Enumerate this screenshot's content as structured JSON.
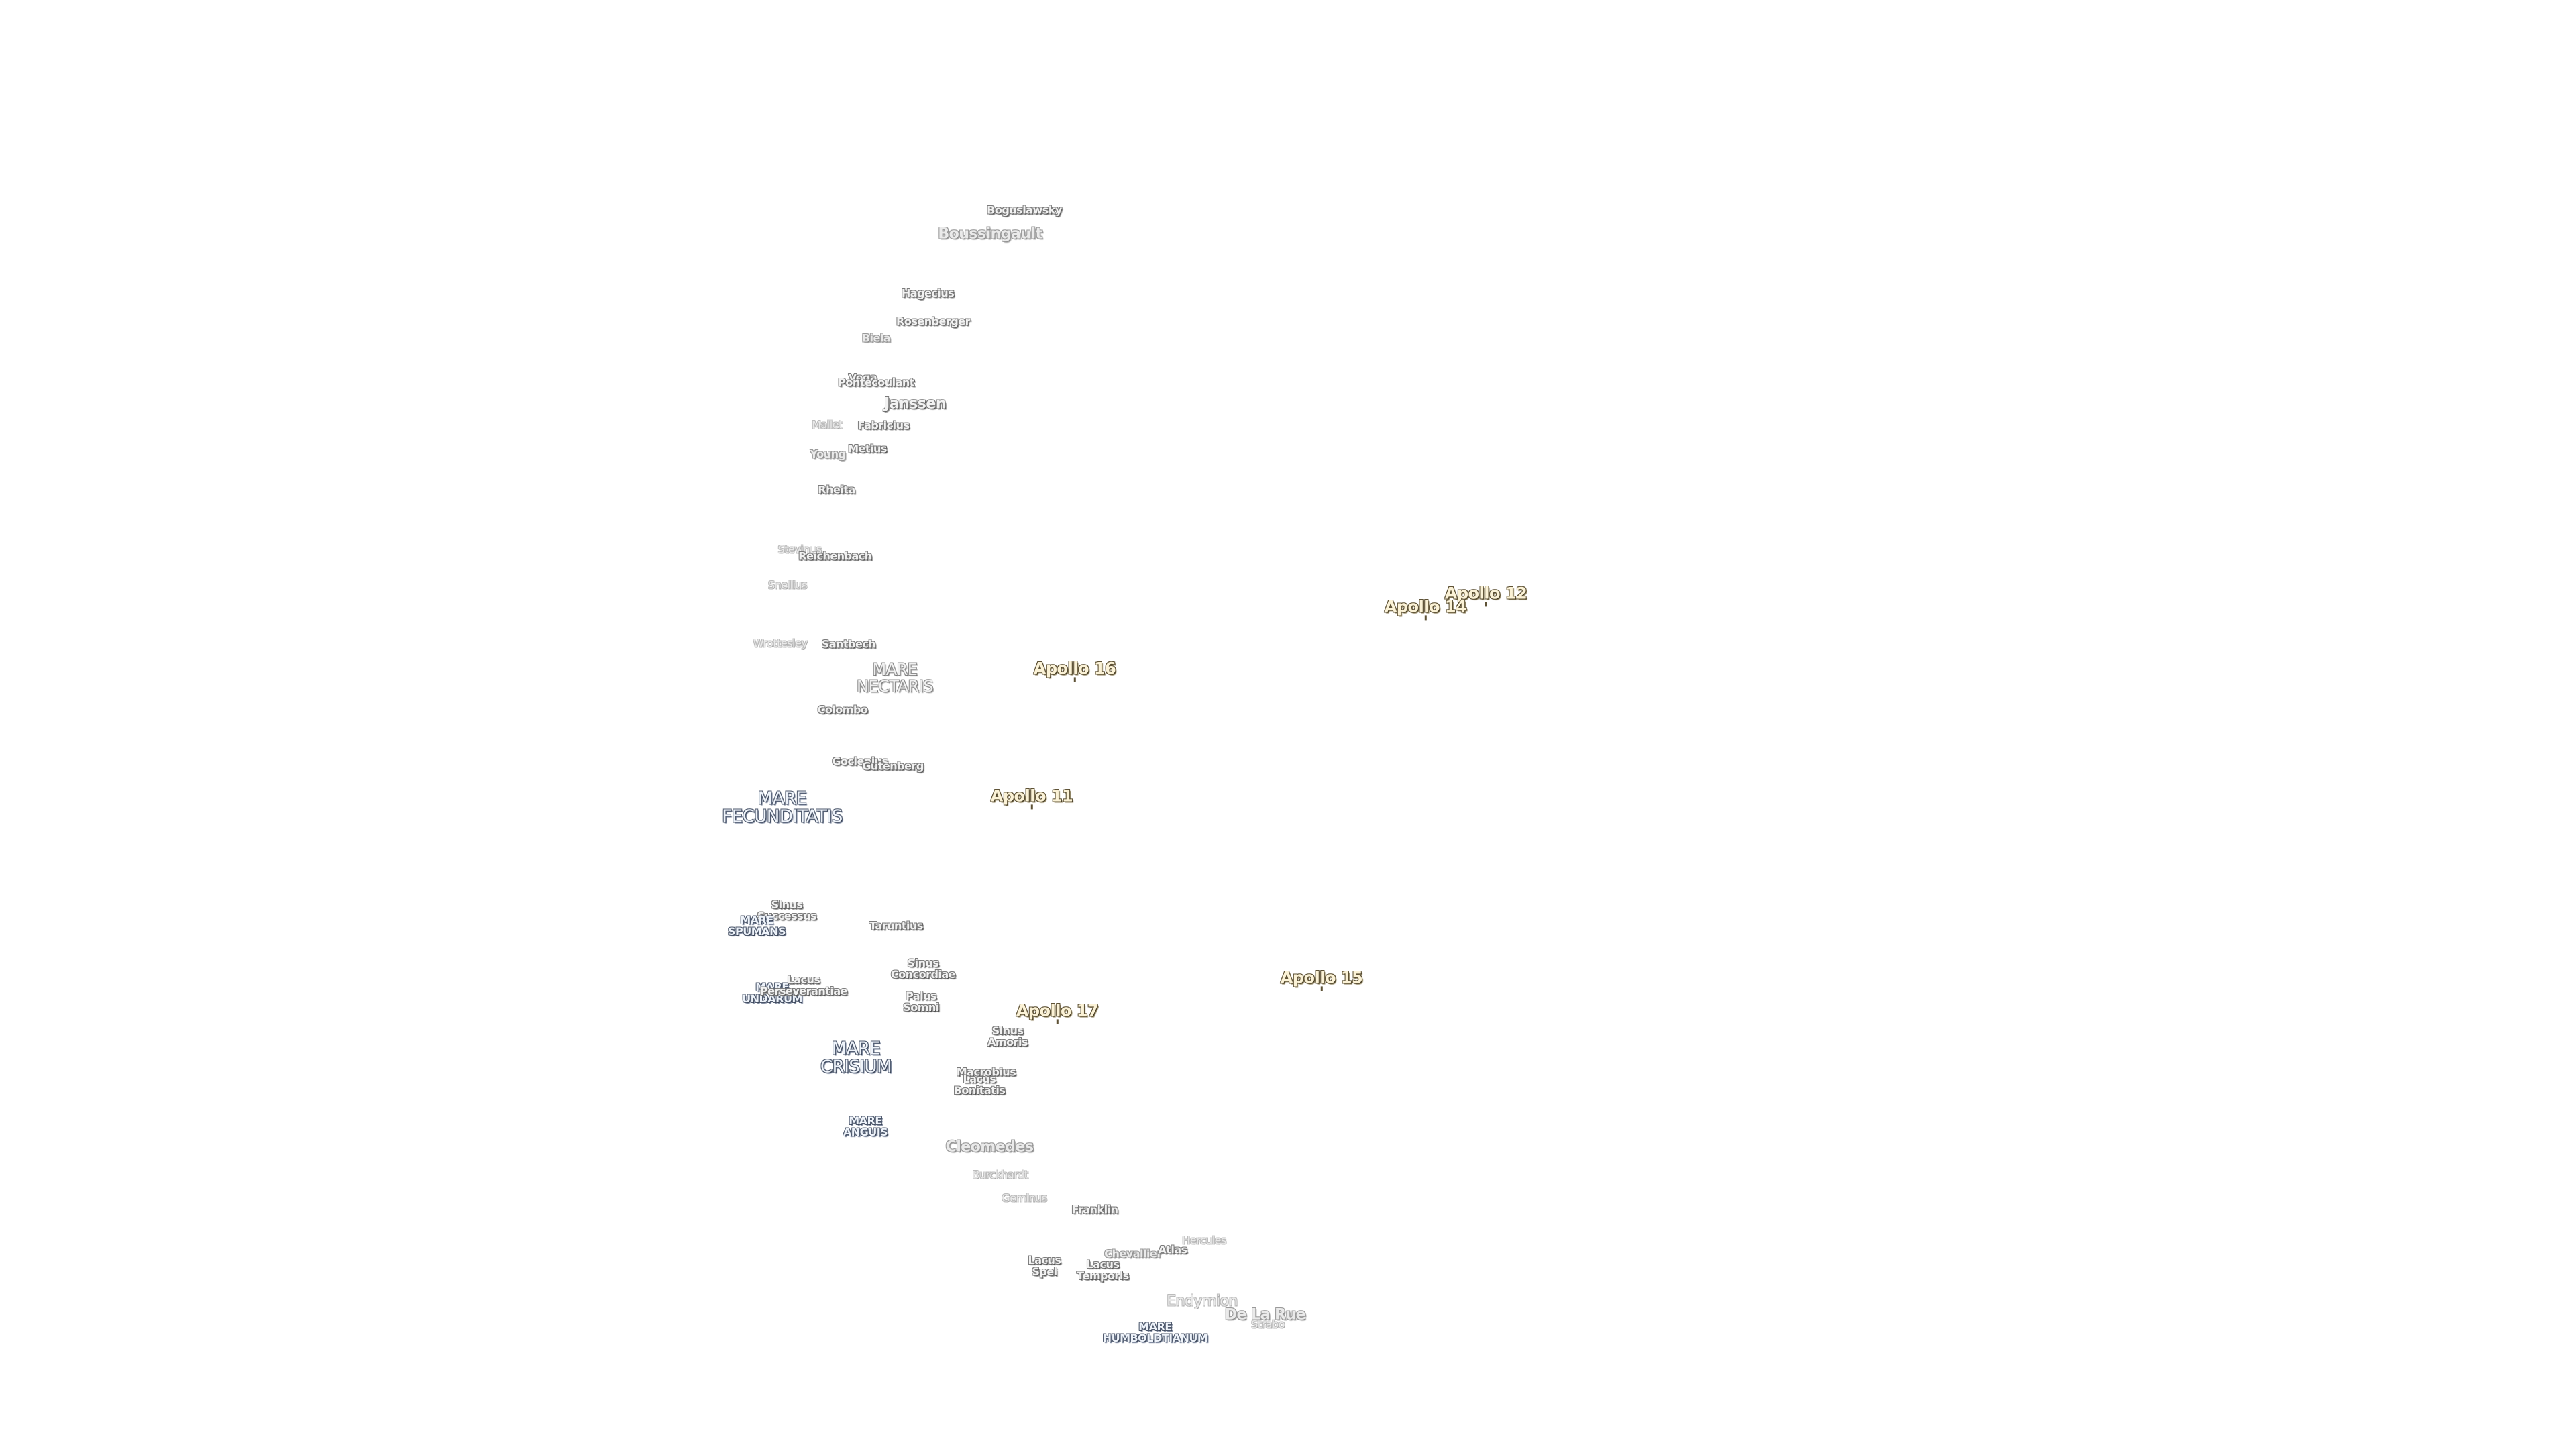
{
  "map": {
    "background": "#ffffff",
    "label_colors": {
      "crater_fill": "#f2f2f2",
      "crater_outline": "#7b7b7b",
      "mare_outline": "#4f5a6e",
      "apollo_fill": "#fbf2d6",
      "apollo_outline": "#5e5236"
    },
    "apollo_sites": [
      "Apollo 12",
      "Apollo 14",
      "Apollo 16",
      "Apollo 11",
      "Apollo 15",
      "Apollo 17"
    ],
    "maria": [
      "MARE NECTARIS",
      "MARE FECUNDITATIS",
      "MARE SPUMANS",
      "MARE UNDARUM",
      "MARE CRISIUM",
      "MARE ANGUIS",
      "MARE HUMBOLDTIANUM"
    ],
    "lacus_and_sinus": [
      "Sinus Successus",
      "Lacus Perseverantiae",
      "Sinus Concordiae",
      "Palus Somni",
      "Sinus Amoris",
      "Lacus Bonitatis",
      "Lacus Spei",
      "Lacus Temporis"
    ],
    "craters": [
      "Boguslawsky",
      "Boussingault",
      "Hagecius",
      "Rosenberger",
      "Biela",
      "Vega",
      "Pontecoulant",
      "Janssen",
      "Fabricius",
      "Mallet",
      "Metius",
      "Young",
      "Rheita",
      "Stevinus",
      "Reichenbach",
      "Snellius",
      "Wrottesley",
      "Santbech",
      "Colombo",
      "Goclenius",
      "Gutenberg",
      "Taruntius",
      "Macrobius",
      "Cleomedes",
      "Burckhardt",
      "Geminus",
      "Franklin",
      "Chevallier",
      "Atlas",
      "Hercules",
      "Endymion",
      "De La Rue",
      "Strabo"
    ]
  }
}
